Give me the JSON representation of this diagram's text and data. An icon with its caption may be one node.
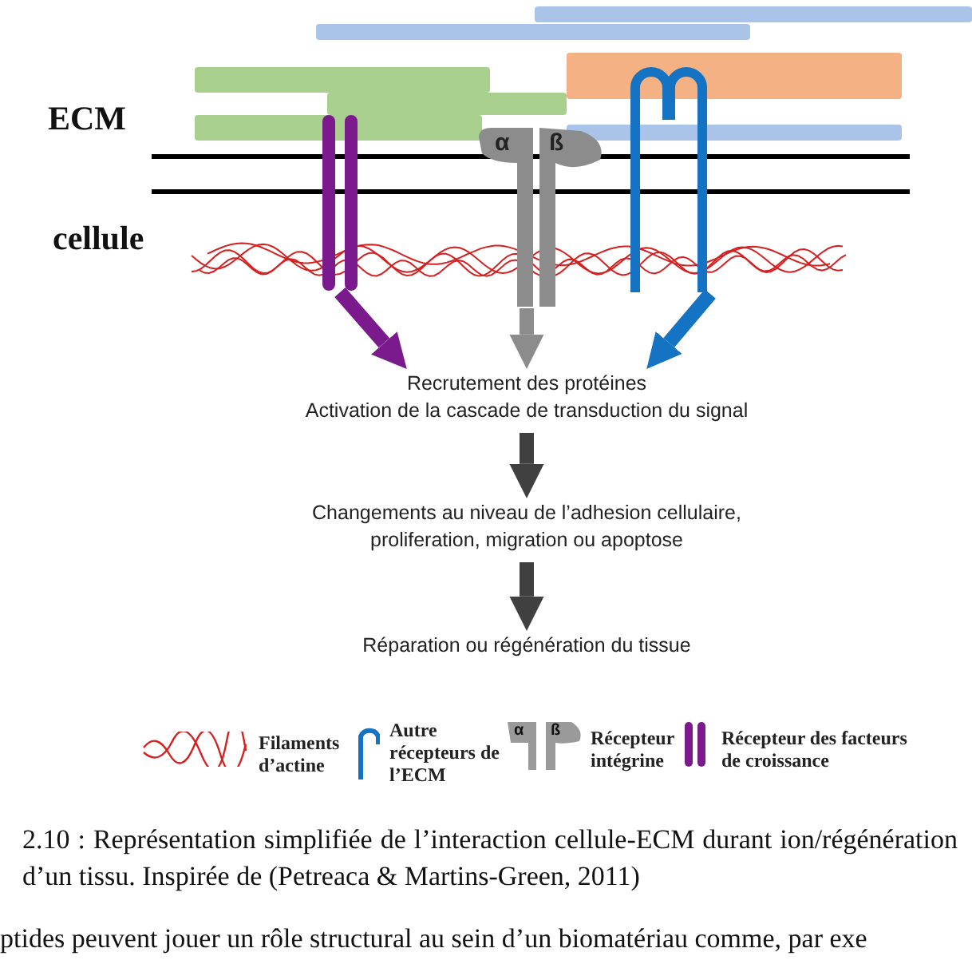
{
  "diagram": {
    "caption": "2.10 : Représentation simplifiée de l’interaction cellule-ECM durant ion/régénération d’un tissu. Inspirée de (Petreaca & Martins-Green, 2011)",
    "nodes": [
      {
        "text": [],
        "shape": "bar"
      },
      {
        "text": [
          "α",
          "ß"
        ]
      },
      {
        "text": [],
        "shape": "arch"
      },
      {
        "text": [
          "Recrutement des protéines",
          "Activation de la cascade de transduction du signal"
        ]
      },
      {
        "text": [
          "Changements au niveau de l’adhesion cellulaire, proliferation, migration ou apoptose"
        ]
      },
      {
        "text": [
          "Réparation ou régénération du tissue"
        ]
      }
    ],
    "edges": [
      {
        "from": 0,
        "to": 3,
        "arrow": "to",
        "color": "#7b1a8c"
      },
      {
        "from": 1,
        "to": 3,
        "arrow": "to",
        "color": "#8c8c8c"
      },
      {
        "from": 2,
        "to": 3,
        "arrow": "to",
        "color": "#1473c2"
      },
      {
        "from": 3,
        "to": 4,
        "arrow": "to"
      },
      {
        "from": 4,
        "to": 5,
        "arrow": "to"
      }
    ],
    "labels": [
      "ECM",
      "cellule",
      "α",
      "ß",
      "ptides peuvent jouer un rôle structural au sein d’un biomatériau comme, par exe"
    ],
    "legend": [
      {
        "text": "Filaments d’actine"
      },
      {
        "text": "Autre récepteurs de l’ECM"
      },
      {
        "text": "Récepteur intégrine"
      },
      {
        "text": "Récepteur des facteurs de croissance"
      }
    ]
  }
}
